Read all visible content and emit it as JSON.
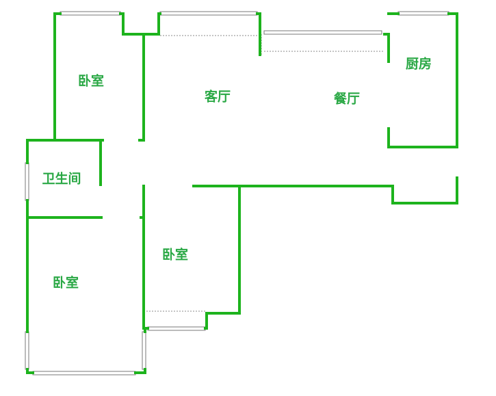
{
  "floor_plan": {
    "wall_color": "#1db31d",
    "label_color": "#2aa845",
    "rooms": [
      {
        "id": "bedroom-top-left",
        "label": "卧室"
      },
      {
        "id": "living-room",
        "label": "客厅"
      },
      {
        "id": "dining-room",
        "label": "餐厅"
      },
      {
        "id": "kitchen",
        "label": "厨房"
      },
      {
        "id": "bathroom",
        "label": "卫生间"
      },
      {
        "id": "bedroom-center",
        "label": "卧室"
      },
      {
        "id": "bedroom-bottom-left",
        "label": "卧室"
      }
    ]
  }
}
